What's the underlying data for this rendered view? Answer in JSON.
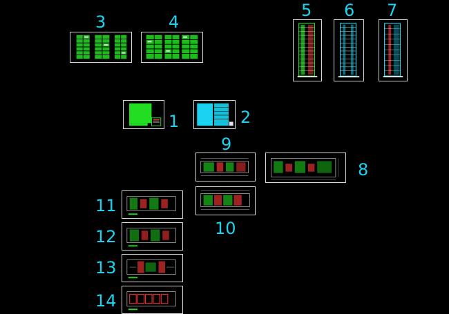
{
  "labels": {
    "s1": "1",
    "s2": "2",
    "s3": "3",
    "s4": "4",
    "s5": "5",
    "s6": "6",
    "s7": "7",
    "s8": "8",
    "s9": "9",
    "s10": "10",
    "s11": "11",
    "s12": "12",
    "s13": "13",
    "s14": "14"
  },
  "colors": {
    "label": "#19d3f0",
    "frame": "#d8d8d8",
    "green": "#22dd22",
    "cyan": "#19d3f0",
    "red": "#e03030",
    "white": "#e8e8e8",
    "yellow": "#e8e820"
  }
}
